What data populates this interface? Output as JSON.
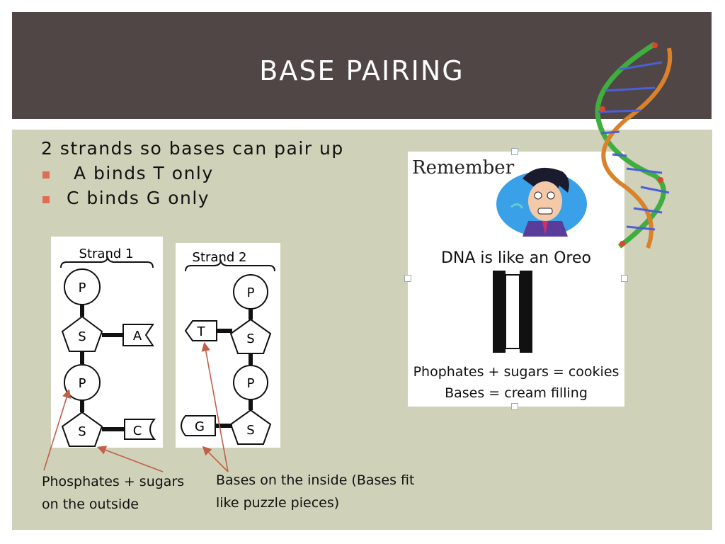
{
  "slide": {
    "title": "BASE PAIRING",
    "lead": "2 strands so bases can pair up",
    "bullets": [
      "A binds T only",
      "C binds G only"
    ]
  },
  "strand1": {
    "label": "Strand 1",
    "phosphate": "P",
    "sugar": "S",
    "base_top": "A",
    "base_bottom": "C"
  },
  "strand2": {
    "label": "Strand 2",
    "phosphate": "P",
    "sugar": "S",
    "base_top": "T",
    "base_bottom": "G"
  },
  "annotations": {
    "left_line1": "Phosphates + sugars",
    "left_line2": "on the outside",
    "right_line1": "Bases on the inside (Bases fit",
    "right_line2": "like puzzle pieces)"
  },
  "oreo": {
    "remember": "Remember",
    "line1": "DNA is like an Oreo",
    "line2": "Phophates + sugars = cookies",
    "line3": "Bases = cream filling"
  },
  "colors": {
    "title_bar": "#514646",
    "body_bg": "#cfd1b8",
    "bullet": "#e06c55",
    "arrow": "#c0604a"
  },
  "icons": {
    "character": "surprised-man-icon",
    "helix": "dna-helix-icon"
  }
}
